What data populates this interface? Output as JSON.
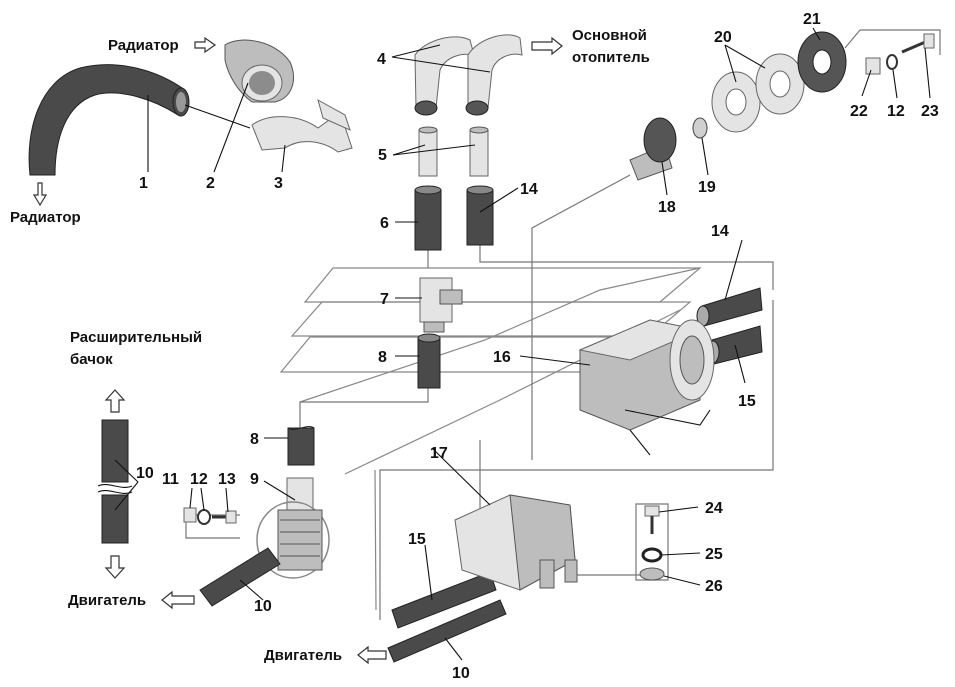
{
  "captions": {
    "radiator_top": "Радиатор",
    "radiator_bottom": "Радиатор",
    "main_heater_line1": "Основной",
    "main_heater_line2": "отопитель",
    "expansion_line1": "Расширительный",
    "expansion_line2": "бачок",
    "engine_left": "Двигатель",
    "engine_bottom": "Двигатель"
  },
  "callouts": {
    "n1": "1",
    "n2": "2",
    "n3": "3",
    "n4": "4",
    "n5": "5",
    "n6": "6",
    "n7": "7",
    "n8a": "8",
    "n8b": "8",
    "n9": "9",
    "n10a": "10",
    "n10b": "10",
    "n10c": "10",
    "n11": "11",
    "n12a": "12",
    "n12b": "12",
    "n13": "13",
    "n14a": "14",
    "n14b": "14",
    "n15a": "15",
    "n15b": "15",
    "n16": "16",
    "n17": "17",
    "n18": "18",
    "n19": "19",
    "n20": "20",
    "n21": "21",
    "n22": "22",
    "n23": "23",
    "n24": "24",
    "n25": "25",
    "n26": "26"
  }
}
